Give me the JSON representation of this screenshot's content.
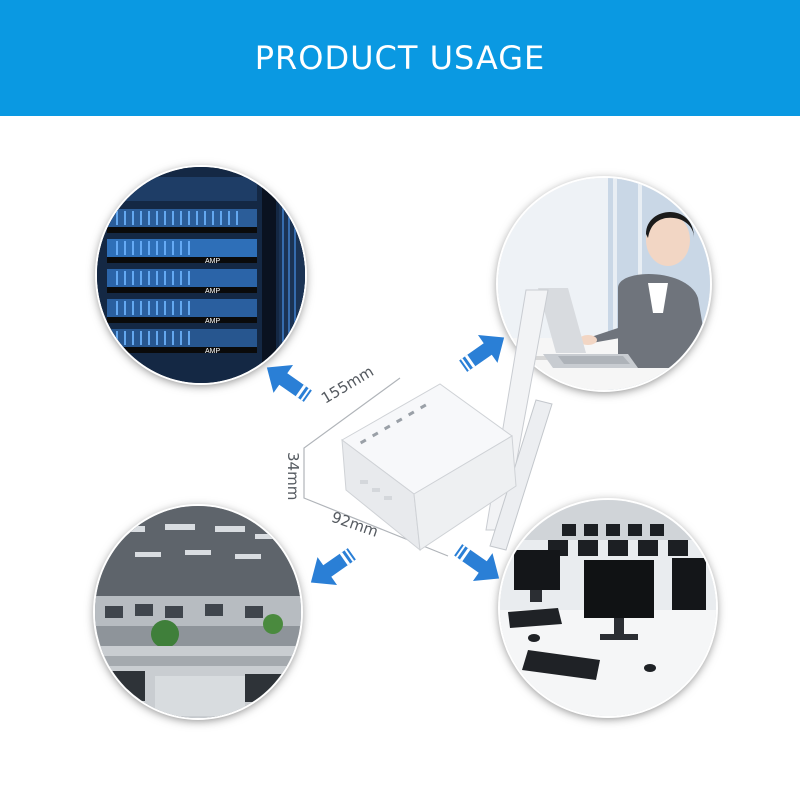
{
  "banner": {
    "title": "PRODUCT USAGE",
    "color": "#0a99e2"
  },
  "dimensions": {
    "length": "155mm",
    "height": "34mm",
    "width": "92mm"
  },
  "scenes": [
    {
      "name": "server-rack",
      "label_on_equipment": "AMP"
    },
    {
      "name": "laptop-user"
    },
    {
      "name": "open-office"
    },
    {
      "name": "computer-lab"
    }
  ],
  "colors": {
    "arrow": "#2a7fd6",
    "router": "#f4f5f7"
  }
}
